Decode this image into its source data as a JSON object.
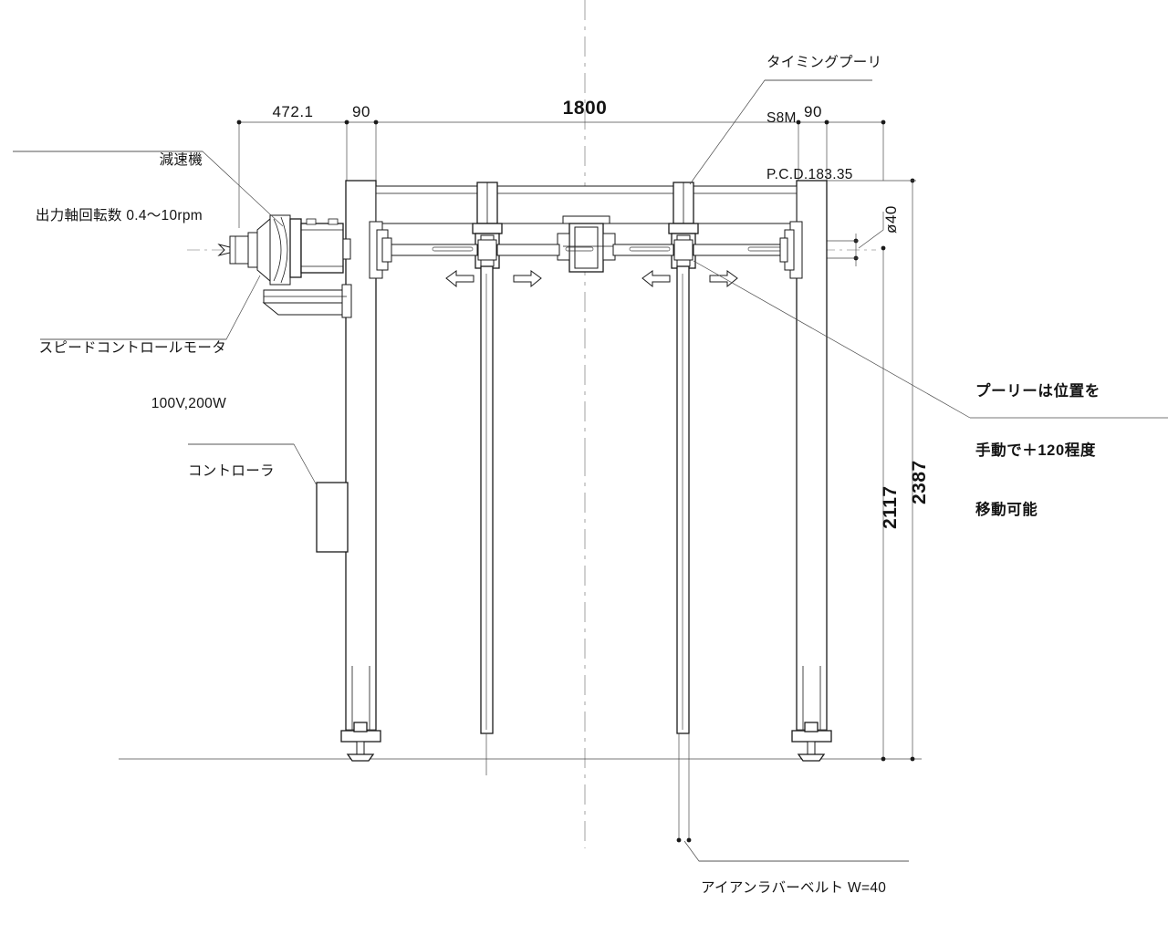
{
  "drawing": {
    "type": "mechanical-assembly-elevation",
    "background_color": "#ffffff",
    "line_color": "#1a1a1a",
    "units": "mm"
  },
  "annotations": {
    "reducer": {
      "line1": "減速機",
      "line2": "出力軸回転数 0.4〜10rpm"
    },
    "speed_control_motor": {
      "line1": "スピードコントロールモータ",
      "line2": "100V,200W"
    },
    "controller": {
      "line1": "コントローラ"
    },
    "timing_pulley": {
      "line1": "タイミングプーリ",
      "line2": "S8M",
      "line3": "P.C.D.183.35"
    },
    "pulley_adjust": {
      "line1": "プーリーは位置を",
      "line2": "手動で＋120程度",
      "line3": "移動可能"
    },
    "belt": {
      "line1": "アイアンラバーベルト W=40"
    }
  },
  "dimensions": {
    "top_chain": [
      {
        "id": "dim-472-1",
        "value": "472.1"
      },
      {
        "id": "dim-90-left",
        "value": "90"
      },
      {
        "id": "dim-1800",
        "value": "1800"
      },
      {
        "id": "dim-90-right",
        "value": "90"
      }
    ],
    "vertical": [
      {
        "id": "dim-2117",
        "value": "2117"
      },
      {
        "id": "dim-2387",
        "value": "2387"
      }
    ],
    "shaft_diameter": {
      "id": "dim-dia-40",
      "value": "ø40"
    }
  }
}
